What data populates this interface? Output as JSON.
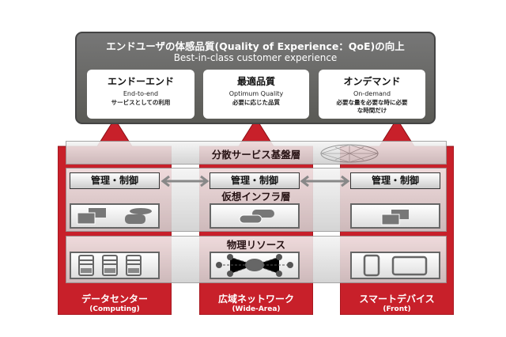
{
  "header": {
    "title": "エンドユーザの体感品質(Quality of Experience：QoE)の向上",
    "subtitle": "Best-in-class customer experience"
  },
  "cards": [
    {
      "title": "エンドーエンド",
      "english": "End-to-end",
      "desc": "サービスとしての利用"
    },
    {
      "title": "最適品質",
      "english": "Optimum Quality",
      "desc": "必要に応じた品質"
    },
    {
      "title": "オンデマンド",
      "english": "On-demand",
      "desc": "必要な量を必要な時に必要な時間だけ"
    }
  ],
  "layers": {
    "distributed": "分散サービス基盤層",
    "virtual": "仮想インフラ層",
    "physical": "物理リソース",
    "management": "管理・制御"
  },
  "pillars": [
    {
      "label": "データセンター",
      "sub": "(Computing)"
    },
    {
      "label": "広域ネットワーク",
      "sub": "(Wide-Area)"
    },
    {
      "label": "スマートデバイス",
      "sub": "(Front)"
    }
  ],
  "colors": {
    "red": "#c8202a",
    "dark": "#5f5f5a"
  }
}
